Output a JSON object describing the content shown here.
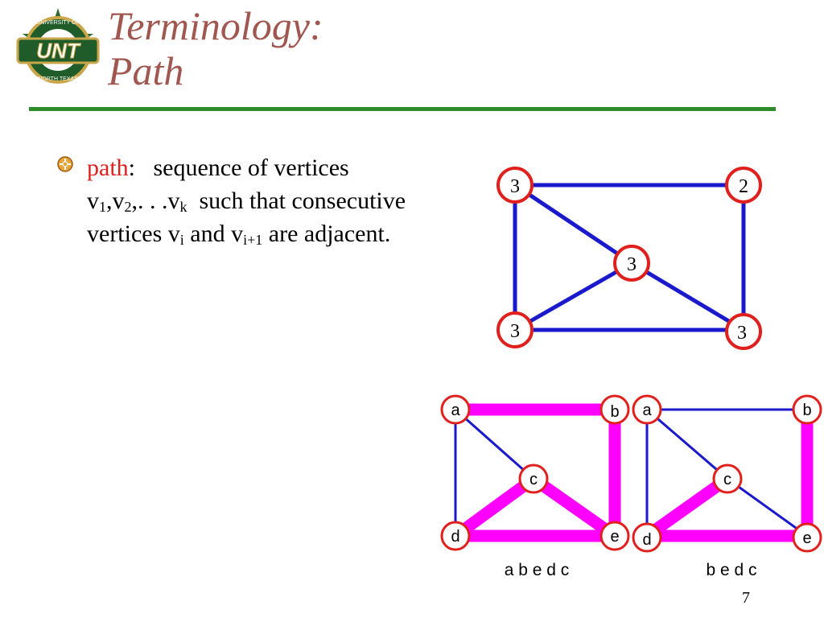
{
  "slide": {
    "title_line1": "Terminology:",
    "title_line2": "Path",
    "logo_text": "UNT",
    "logo_ring_top": "UNIVERSITY OF",
    "logo_ring_bottom": "NORTH TEXAS",
    "bullet": {
      "term": "path",
      "colon": ":",
      "text_1": "   sequence of vertices v",
      "sub_1": "1",
      "sep_1": ",v",
      "sub_2": "2",
      "sep_2": ",. . .v",
      "sub_k": "k",
      "text_2": "  such that consecutive vertices v",
      "sub_i": "i",
      "text_3": " and v",
      "sub_i1": "i+1",
      "text_4": " are adjacent."
    },
    "page_number": "7"
  },
  "graph_degrees": {
    "vertices": [
      "3",
      "2",
      "3",
      "3",
      "3"
    ]
  },
  "graph_paths": {
    "left": {
      "vertices": [
        "a",
        "b",
        "c",
        "d",
        "e"
      ],
      "caption": "a b e d c"
    },
    "right": {
      "vertices": [
        "a",
        "b",
        "c",
        "d",
        "e"
      ],
      "caption": "b e d c"
    }
  },
  "colors": {
    "title": "#a0574f",
    "rule": "#2e8b2a",
    "edge": "#1a1acc",
    "path_highlight": "#ff00ff",
    "vertex_ring": "#e0201c",
    "term": "#e0201c"
  }
}
